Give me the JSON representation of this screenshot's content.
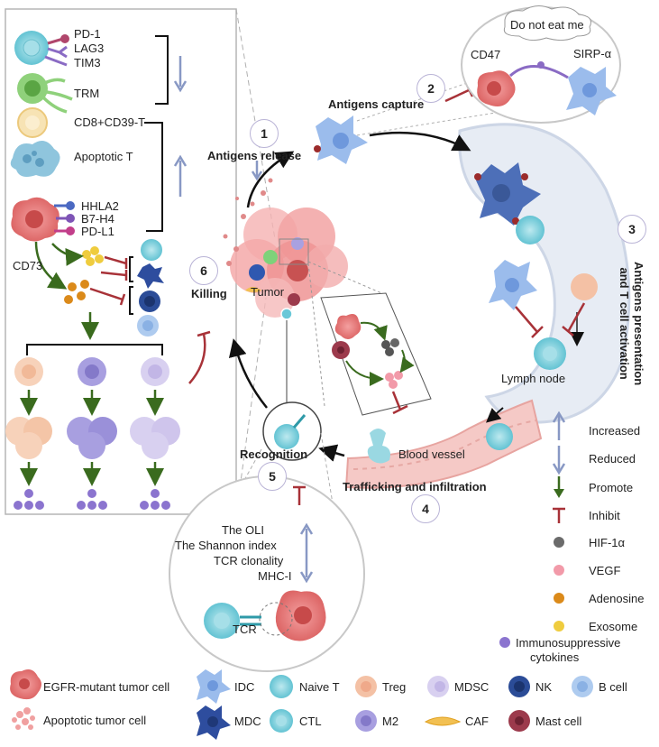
{
  "left_panel": {
    "pd1": "PD-1",
    "lag3": "LAG3",
    "tim3": "TIM3",
    "trm": "TRM",
    "cd8cd39": "CD8+CD39-T",
    "apoptotic_t": "Apoptotic T",
    "hhla2": "HHLA2",
    "b7h4": "B7-H4",
    "pdl1": "PD-L1",
    "cd73": "CD73"
  },
  "steps": {
    "s1": {
      "num": "1",
      "label": "Antigens release"
    },
    "s2": {
      "num": "2",
      "label": "Antigens capture"
    },
    "s3": {
      "num": "3",
      "label_line1": "Antigens presentation",
      "label_line2": "and T cell activation"
    },
    "s4": {
      "num": "4",
      "label": "Trafficking and infiltration"
    },
    "s5": {
      "num": "5",
      "label": "Recognition"
    },
    "s6": {
      "num": "6",
      "label": "Killing"
    }
  },
  "center": {
    "tumor": "Tumor",
    "lymph_node": "Lymph node",
    "blood_vessel": "Blood vessel"
  },
  "bubble_top": {
    "speech": "Do not eat me",
    "cd47": "CD47",
    "sirp": "SIRP-α"
  },
  "bubble_bottom": {
    "oli": "The OLI",
    "shannon": "The Shannon index",
    "tcr_clonality": "TCR clonality",
    "mhc": "MHC-I",
    "tcr": "TCR"
  },
  "legend_right": [
    {
      "icon": "arrow-up-icon",
      "label": "Increased"
    },
    {
      "icon": "arrow-down-icon",
      "label": "Reduced"
    },
    {
      "icon": "promote-arrow-icon",
      "label": "Promote"
    },
    {
      "icon": "inhibit-icon",
      "label": "Inhibit"
    },
    {
      "icon": "hif-dot-icon",
      "label": "HIF-1α"
    },
    {
      "icon": "vegf-dot-icon",
      "label": "VEGF"
    },
    {
      "icon": "adenosine-dot-icon",
      "label": "Adenosine"
    },
    {
      "icon": "exosome-dot-icon",
      "label": "Exosome"
    },
    {
      "icon": "cytokine-dot-icon",
      "label": "Immunosuppressive",
      "label2": "cytokines"
    }
  ],
  "legend_bottom": [
    {
      "icon": "egfr-tumor-cell-icon",
      "label": "EGFR-mutant tumor cell"
    },
    {
      "icon": "idc-icon",
      "label": "IDC"
    },
    {
      "icon": "naive-t-icon",
      "label": "Naive T"
    },
    {
      "icon": "treg-icon",
      "label": "Treg"
    },
    {
      "icon": "mdsc-icon",
      "label": "MDSC"
    },
    {
      "icon": "nk-icon",
      "label": "NK"
    },
    {
      "icon": "b-cell-icon",
      "label": "B cell"
    },
    {
      "icon": "apoptotic-tumor-cell-icon",
      "label": "Apoptotic tumor cell"
    },
    {
      "icon": "mdc-icon",
      "label": "MDC"
    },
    {
      "icon": "ctl-icon",
      "label": "CTL"
    },
    {
      "icon": "m2-icon",
      "label": "M2"
    },
    {
      "icon": "caf-icon",
      "label": "CAF"
    },
    {
      "icon": "mast-cell-icon",
      "label": "Mast cell"
    }
  ],
  "colors": {
    "tumor": "#e77b7b",
    "tcell": "#7fd3df",
    "dc": "#7ea6e0",
    "promote": "#3a6b1e",
    "inhibit": "#a83238",
    "updown": "#8898c4",
    "lymph": "#dfe6f1"
  }
}
